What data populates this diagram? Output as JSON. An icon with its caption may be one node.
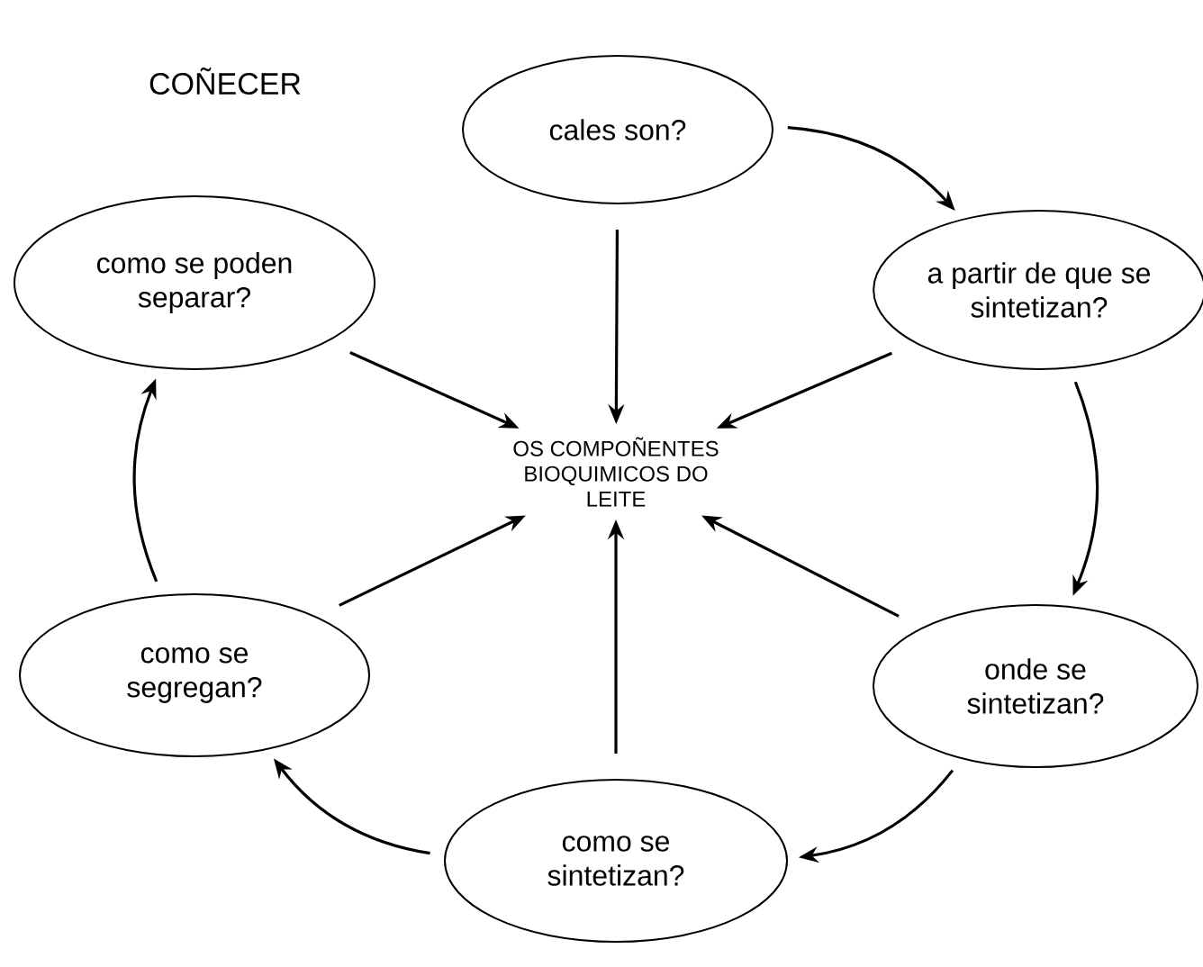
{
  "diagram": {
    "title": "COÑECER",
    "nodes": [
      {
        "text": [
          "OS COMPOÑENTES BIOQUIMICOS DO LEITE"
        ]
      },
      {
        "text": [
          "cales son?"
        ]
      },
      {
        "text": [
          "a partir de que se sintetizan?"
        ]
      },
      {
        "text": [
          "onde se sintetizan?"
        ]
      },
      {
        "text": [
          "como se sintetizan?"
        ]
      },
      {
        "text": [
          "como se segregan?"
        ]
      },
      {
        "text": [
          "como se poden separar?"
        ]
      }
    ],
    "edges": [
      {
        "from": 1,
        "to": 0,
        "arrow": "to"
      },
      {
        "from": 2,
        "to": 0,
        "arrow": "to"
      },
      {
        "from": 3,
        "to": 0,
        "arrow": "to"
      },
      {
        "from": 4,
        "to": 0,
        "arrow": "to"
      },
      {
        "from": 5,
        "to": 0,
        "arrow": "to"
      },
      {
        "from": 6,
        "to": 0,
        "arrow": "to"
      },
      {
        "from": 1,
        "to": 2,
        "arrow": "to"
      },
      {
        "from": 2,
        "to": 3,
        "arrow": "to"
      },
      {
        "from": 3,
        "to": 4,
        "arrow": "to"
      },
      {
        "from": 4,
        "to": 5,
        "arrow": "to"
      },
      {
        "from": 5,
        "to": 6,
        "arrow": "to"
      }
    ]
  }
}
